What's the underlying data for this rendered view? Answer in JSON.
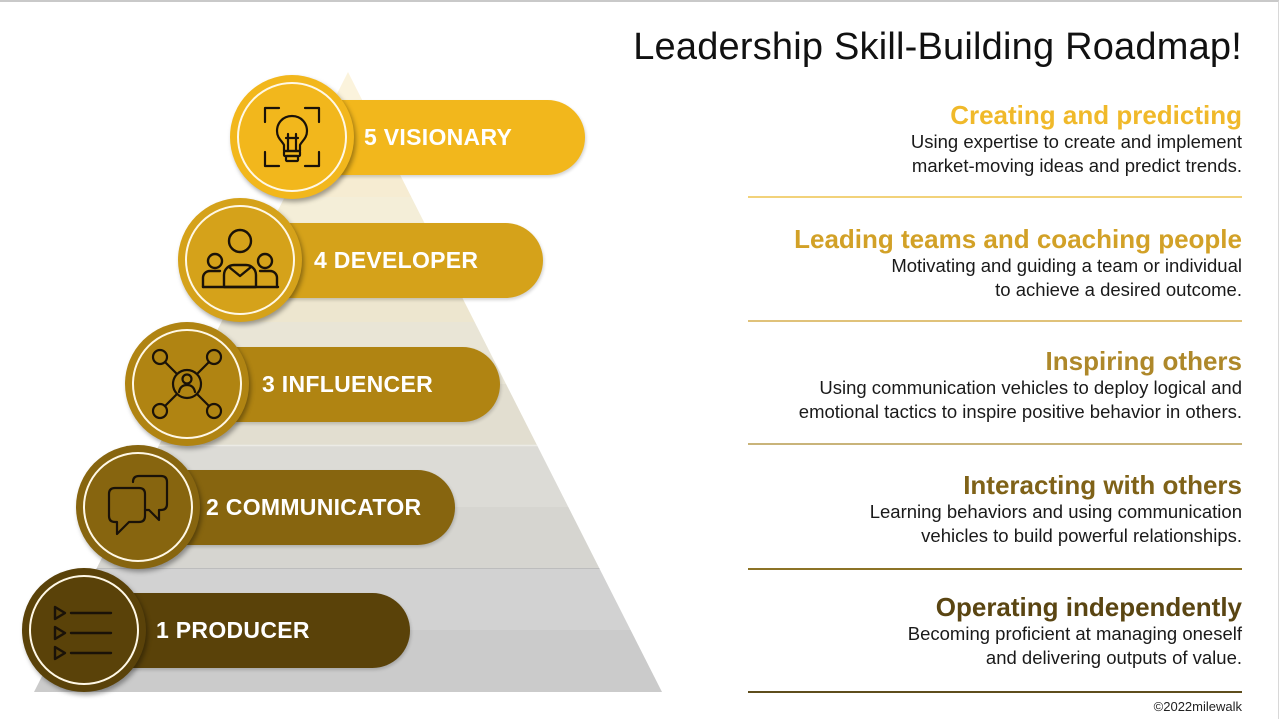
{
  "title": "Leadership Skill-Building Roadmap!",
  "tiers": [
    {
      "level": 5,
      "label": "5 VISIONARY",
      "icon": "lightbulb-icon",
      "color": "#f2b71c",
      "heading": "Creating and predicting",
      "heading_color": "#f0b92a",
      "description_lines": [
        "Using expertise to create and implement",
        "market-moving ideas and predict trends."
      ],
      "rule_color": "#f2d27a"
    },
    {
      "level": 4,
      "label": "4 DEVELOPER",
      "icon": "team-icon",
      "color": "#d5a21a",
      "heading": "Leading teams and coaching people",
      "heading_color": "#d2a127",
      "description_lines": [
        "Motivating and guiding a team or individual",
        "to achieve a desired outcome."
      ],
      "rule_color": "#e0c27a"
    },
    {
      "level": 3,
      "label": "3 INFLUENCER",
      "icon": "network-person-icon",
      "color": "#b08412",
      "heading": "Inspiring others",
      "heading_color": "#ae882a",
      "description_lines": [
        "Using communication vehicles to deploy logical and",
        "emotional tactics to inspire positive behavior in others."
      ],
      "rule_color": "#c9b47a"
    },
    {
      "level": 2,
      "label": "2 COMMUNICATOR",
      "icon": "chat-bubbles-icon",
      "color": "#87650f",
      "heading": "Interacting with others",
      "heading_color": "#7f6218",
      "description_lines": [
        "Learning behaviors and using communication",
        "vehicles to build powerful relationships."
      ],
      "rule_color": "#8c7326"
    },
    {
      "level": 1,
      "label": "1 PRODUCER",
      "icon": "checklist-icon",
      "color": "#5a4209",
      "heading": "Operating independently",
      "heading_color": "#5a4512",
      "description_lines": [
        "Becoming proficient at managing oneself",
        "and delivering outputs of value."
      ],
      "rule_color": "#5e4d1c"
    }
  ],
  "pyramid_band_colors": [
    "#faf1d8",
    "#f1ead4",
    "#e5e1d4",
    "#d9d8d3",
    "#cfcfcf"
  ],
  "copyright": "©2022milewalk"
}
